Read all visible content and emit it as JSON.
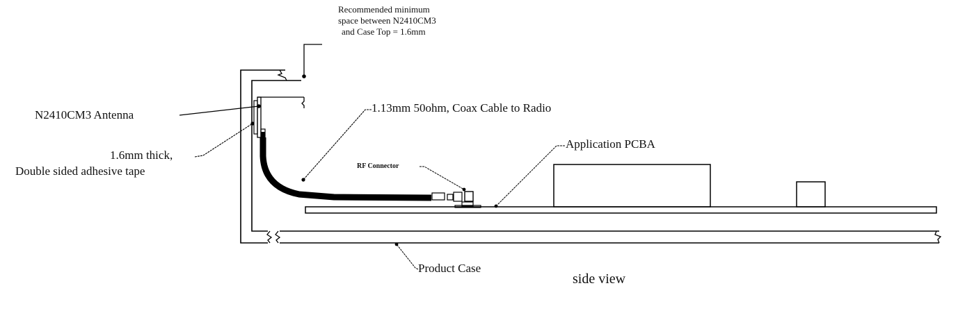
{
  "diagram": {
    "title": "side view",
    "labels": {
      "min_space_line1": "Recommended minimum",
      "min_space_line2": "space between N2410CM3",
      "min_space_line3": "and Case Top = 1.6mm",
      "antenna": "N2410CM3  Antenna",
      "tape_line1": "1.6mm thick,",
      "tape_line2": "Double sided adhesive tape",
      "coax": "1.13mm  50ohm, Coax Cable to Radio",
      "rf_connector": "RF Connector",
      "pcba": "Application PCBA",
      "case": "Product Case"
    },
    "colors": {
      "line": "#000000",
      "background": "#ffffff"
    }
  }
}
